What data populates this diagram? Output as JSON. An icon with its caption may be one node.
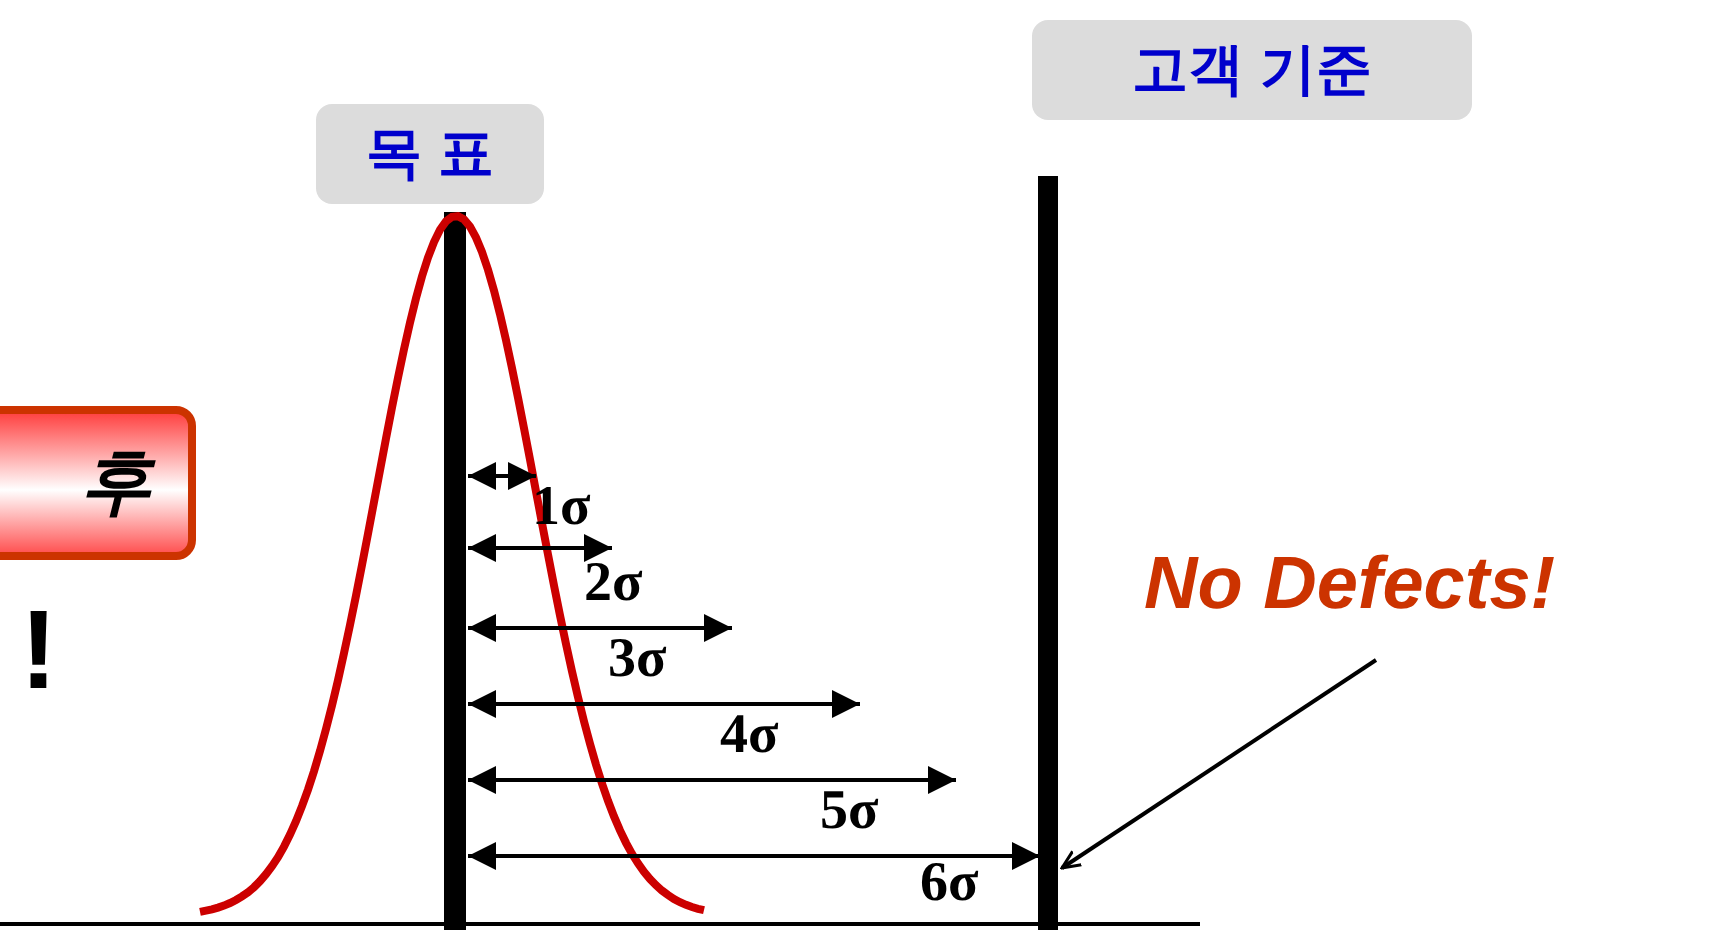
{
  "diagram": {
    "nodes": [
      {
        "text": [
          "목 표"
        ]
      },
      {
        "text": [
          "고객 기준"
        ]
      },
      {
        "text": [
          "후"
        ]
      },
      {
        "text": [
          "No Defects!"
        ]
      },
      {
        "text": [],
        "shape": "bar"
      }
    ],
    "edges": [
      {
        "from": 3,
        "to": 4,
        "arrow": "to"
      }
    ],
    "labels": [
      "1σ",
      "2σ",
      "3σ",
      "4σ",
      "5σ",
      "6σ",
      "!"
    ]
  }
}
